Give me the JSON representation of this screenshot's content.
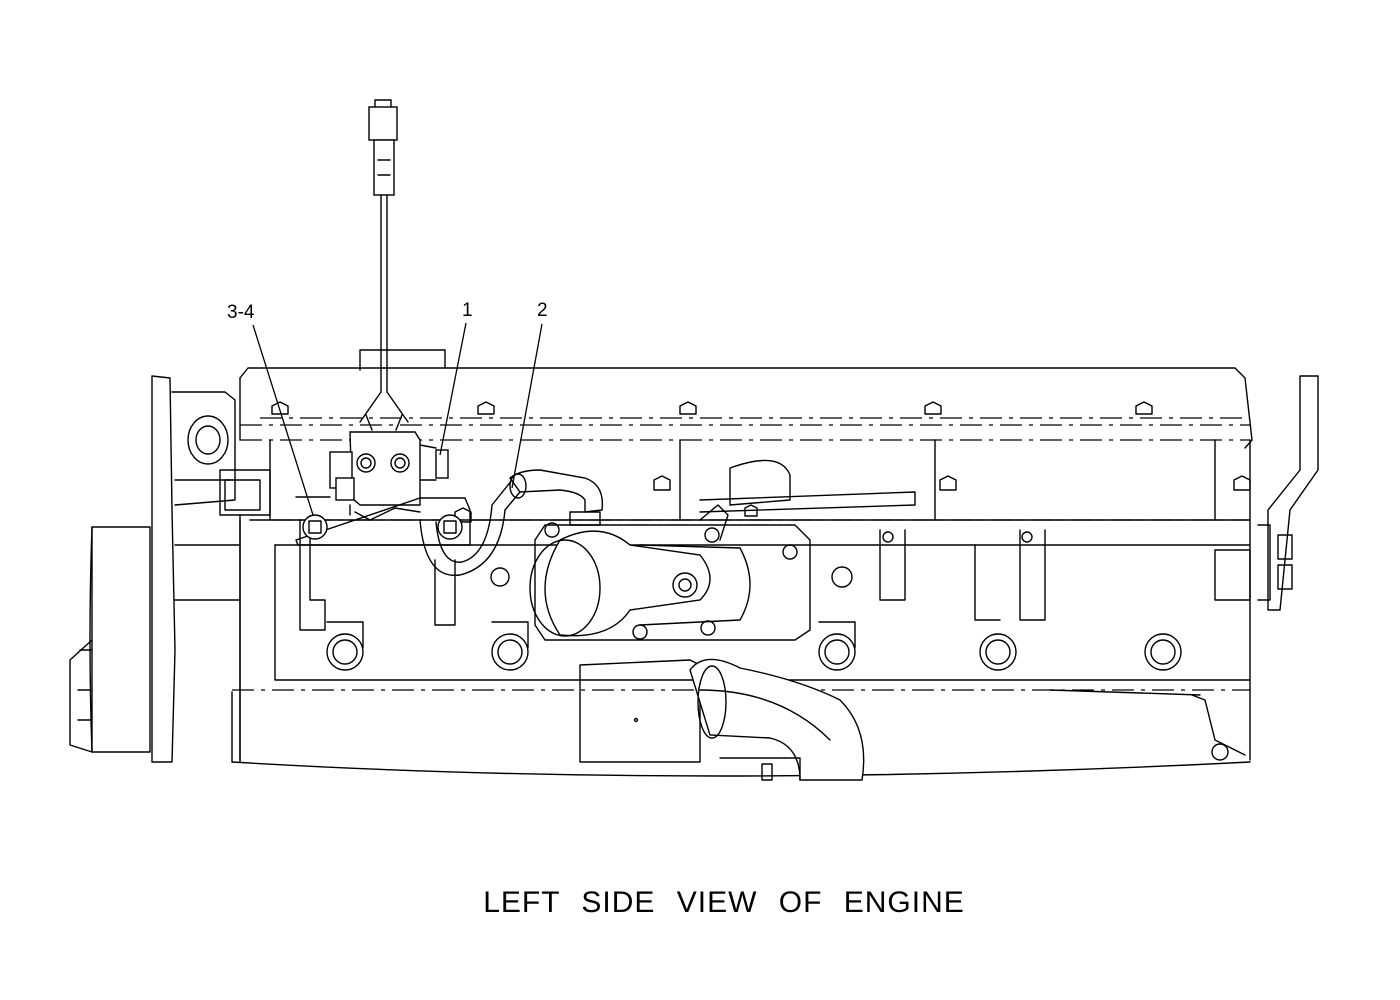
{
  "caption": "LEFT SIDE VIEW OF ENGINE",
  "callouts": {
    "c1": "1",
    "c2": "2",
    "c34": "3-4"
  }
}
